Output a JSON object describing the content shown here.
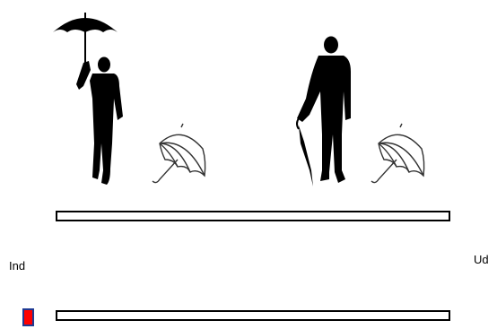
{
  "scene": {
    "figures": [
      {
        "icon": "person-with-open-umbrella-icon"
      },
      {
        "icon": "open-umbrella-outline-icon"
      },
      {
        "icon": "person-with-closed-umbrella-icon"
      },
      {
        "icon": "open-umbrella-outline-icon"
      }
    ]
  },
  "scale": {
    "left_label": "Ind",
    "right_label": "Ud"
  },
  "response": {
    "marker_color": "#ff0000",
    "marker_border_color": "#1f3a93",
    "marker_level": 0.0
  }
}
